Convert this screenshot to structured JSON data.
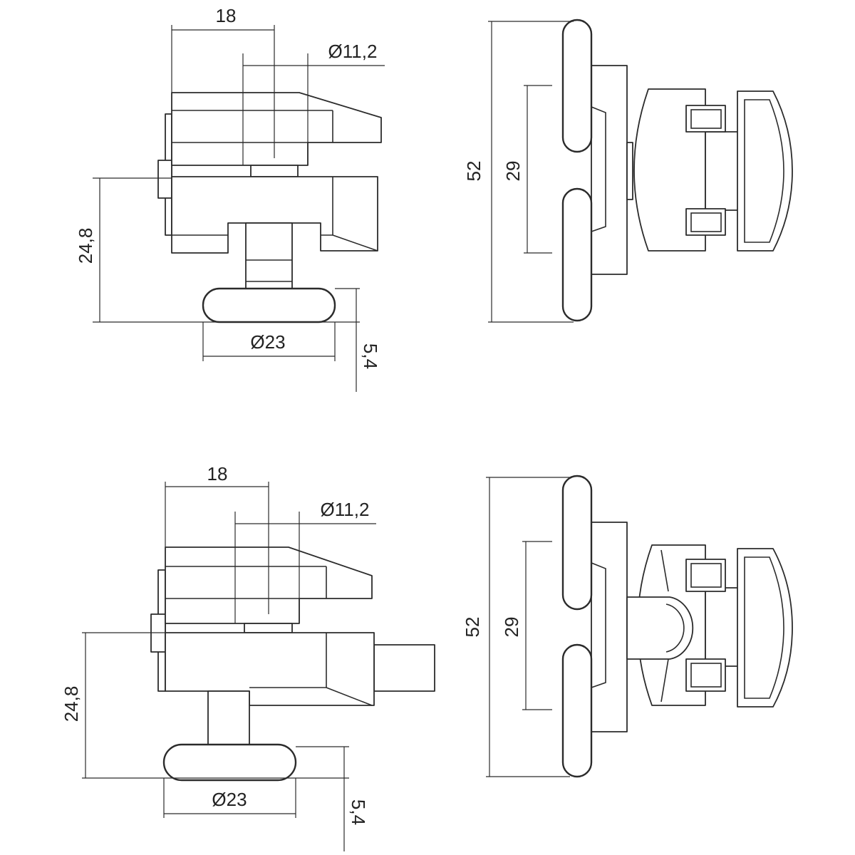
{
  "top_left_view": {
    "width_dim": "18",
    "bore_dim": "Ø11,2",
    "height_dim": "24,8",
    "knob_diameter_dim": "Ø23",
    "knob_thickness_dim": "5,4"
  },
  "top_right_view": {
    "overall_height_dim": "52",
    "lobe_spacing_dim": "29"
  },
  "bottom_left_view": {
    "width_dim": "18",
    "bore_dim": "Ø11,2",
    "height_dim": "24,8",
    "knob_diameter_dim": "Ø23",
    "knob_thickness_dim": "5,4"
  },
  "bottom_right_view": {
    "overall_height_dim": "52",
    "lobe_spacing_dim": "29"
  }
}
